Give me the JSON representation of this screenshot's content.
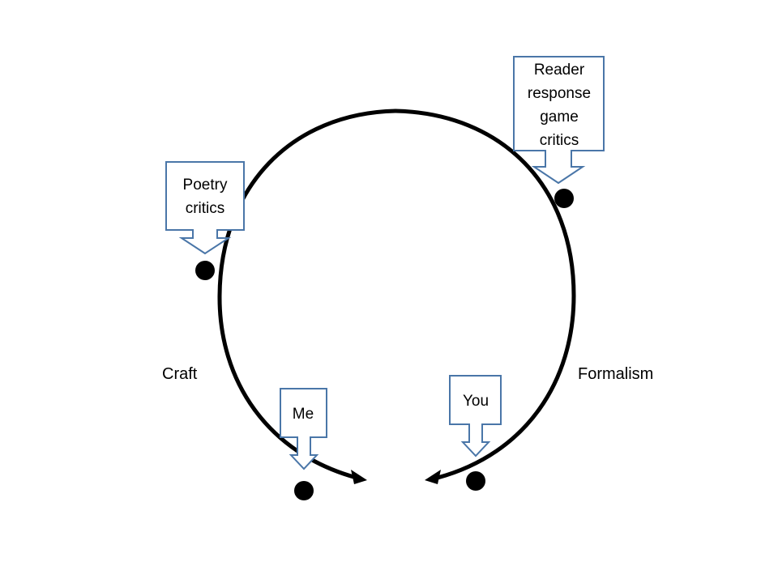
{
  "colors": {
    "cycle_stroke": "#000000",
    "callout_border": "#4a76a8",
    "callout_fill": "#ffffff",
    "marker_fill": "#000000"
  },
  "labels": {
    "left": "Craft",
    "right": "Formalism"
  },
  "callouts": {
    "reader_response": [
      "Reader",
      "response",
      "game",
      "critics"
    ],
    "poetry": [
      "Poetry",
      "critics"
    ],
    "me": [
      "Me"
    ],
    "you": [
      "You"
    ]
  },
  "icons": {
    "arrowhead": "arrowhead-icon",
    "marker": "dot-icon"
  }
}
